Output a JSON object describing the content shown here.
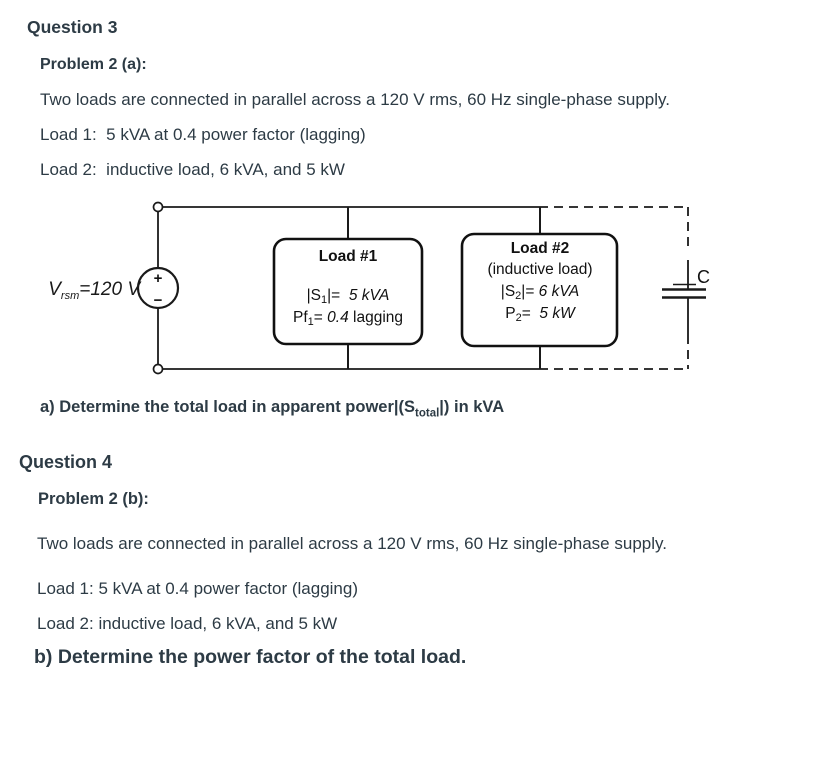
{
  "colors": {
    "background": "#ffffff",
    "text": "#2d3b45",
    "diagram_stroke": "#1a1a1a"
  },
  "question3": {
    "title": "Question 3",
    "problem_label": "Problem 2 (a):",
    "intro": "Two loads are connected in parallel across a 120 V rms, 60 Hz single-phase supply.",
    "load1": "Load 1:  5 kVA at 0.4 power factor (lagging)",
    "load2": "Load 2:  inductive load, 6 kVA, and 5 kW",
    "prompt_prefix": "a) Determine the total load in apparent power|(S",
    "prompt_sub": "total",
    "prompt_suffix": "|) in kVA"
  },
  "diagram": {
    "source": {
      "label_main": "V",
      "label_sub": "rsm",
      "label_rest": "=120 V",
      "plus": "+",
      "minus": "−"
    },
    "load1": {
      "title": "Load #1",
      "s_prefix": "|S",
      "s_sub": "1",
      "s_mid": "|=",
      "s_value": "  5 kVA",
      "pf_prefix": "Pf",
      "pf_sub": "1",
      "pf_mid": "=",
      "pf_value": " 0.4",
      "pf_tail": " lagging"
    },
    "load2": {
      "title": "Load #2",
      "subtitle": "(inductive load)",
      "s_prefix": "|S",
      "s_sub": "2",
      "s_mid": "|=",
      "s_value": " 6 kVA",
      "p_prefix": "P",
      "p_sub": "2",
      "p_mid": "=",
      "p_value": "  5 kW"
    },
    "capacitor_label": "C"
  },
  "question4": {
    "title": "Question 4",
    "problem_label": "Problem 2 (b):",
    "intro": "Two loads are connected in parallel across a 120 V rms, 60 Hz single-phase supply.",
    "load1": "Load 1: 5 kVA at 0.4 power factor (lagging)",
    "load2": "Load 2: inductive load, 6 kVA, and 5 kW",
    "prompt": "b) Determine the power factor of the total load."
  }
}
